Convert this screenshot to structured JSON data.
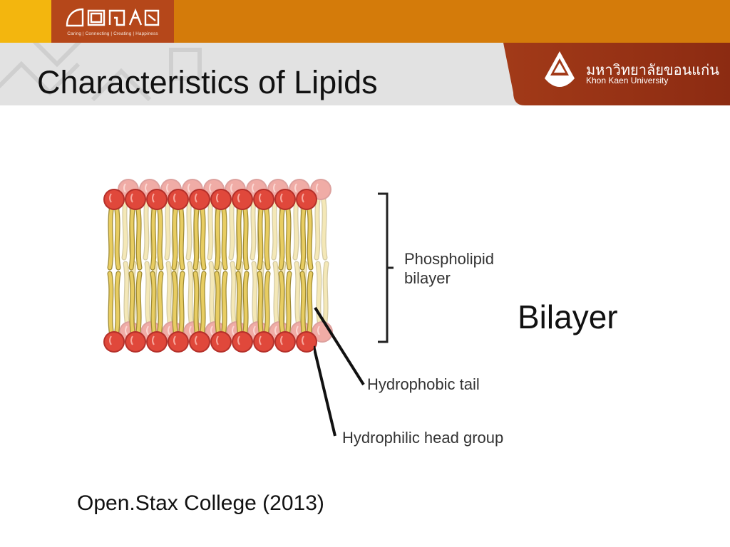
{
  "header": {
    "brand_tagline": "Caring | Connecting | Creating | Happiness",
    "title": "Characteristics of  Lipids",
    "university_thai": "มหาวิทยาลัยขอนแก่น",
    "university_english": "Khon Kaen University",
    "colors": {
      "orange": "#d47b0a",
      "yellow": "#f3b60e",
      "brand_red": "#b5471a"
    }
  },
  "figure": {
    "labels": {
      "bilayer": [
        "Phospholipid",
        "bilayer"
      ],
      "tail": "Hydrophobic tail",
      "head": "Hydrophilic head group"
    },
    "colors": {
      "head": "#e0483b",
      "tail": "#e8cd62"
    }
  },
  "main": {
    "heading": "Bilayer",
    "citation": "Open.Stax College (2013)"
  }
}
